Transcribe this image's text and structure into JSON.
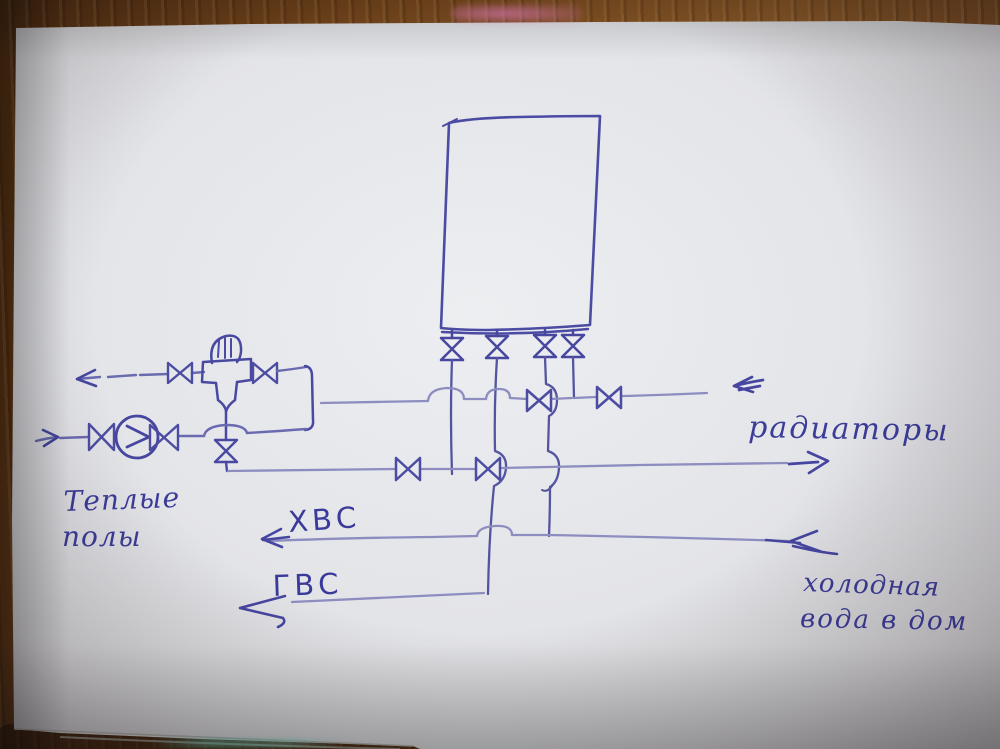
{
  "photo": {
    "kind": "photograph of a hand-drawn heating/plumbing scheme on paper lying on a wooden table",
    "ink_color": "#46469e",
    "ink_faint_color": "#9898c4",
    "paper_color": "#e9e9ed",
    "wood_color": "#855223",
    "watermark_top_color": "#e582bc"
  },
  "labels": {
    "warm_floors_line1": "Теплые",
    "warm_floors_line2": "полы",
    "radiators": "радиаторы",
    "cws_abbr": "ХВС",
    "hws_abbr": "ГВС",
    "cold_note_line1": "холодная",
    "cold_note_line2": "вода в дом"
  },
  "components": [
    {
      "name": "boiler",
      "type": "rectangle outline, 4 bottom connections"
    },
    {
      "name": "boiler-shutoff-valves",
      "type": "bowtie valve symbol",
      "count": 4
    },
    {
      "name": "three-way-mixing-valve",
      "type": "cross body with thermostatic head"
    },
    {
      "name": "circulation-pump",
      "type": "circle with right arrow"
    },
    {
      "name": "line-shutoff-valves",
      "type": "bowtie valve symbols on pipes",
      "count": 8
    },
    {
      "name": "pipe-crossing-arcs",
      "type": "hop bridges where pipes cross without joining"
    },
    {
      "name": "flow-arrows",
      "type": "hand-drawn direction arrows",
      "count": 7
    }
  ]
}
